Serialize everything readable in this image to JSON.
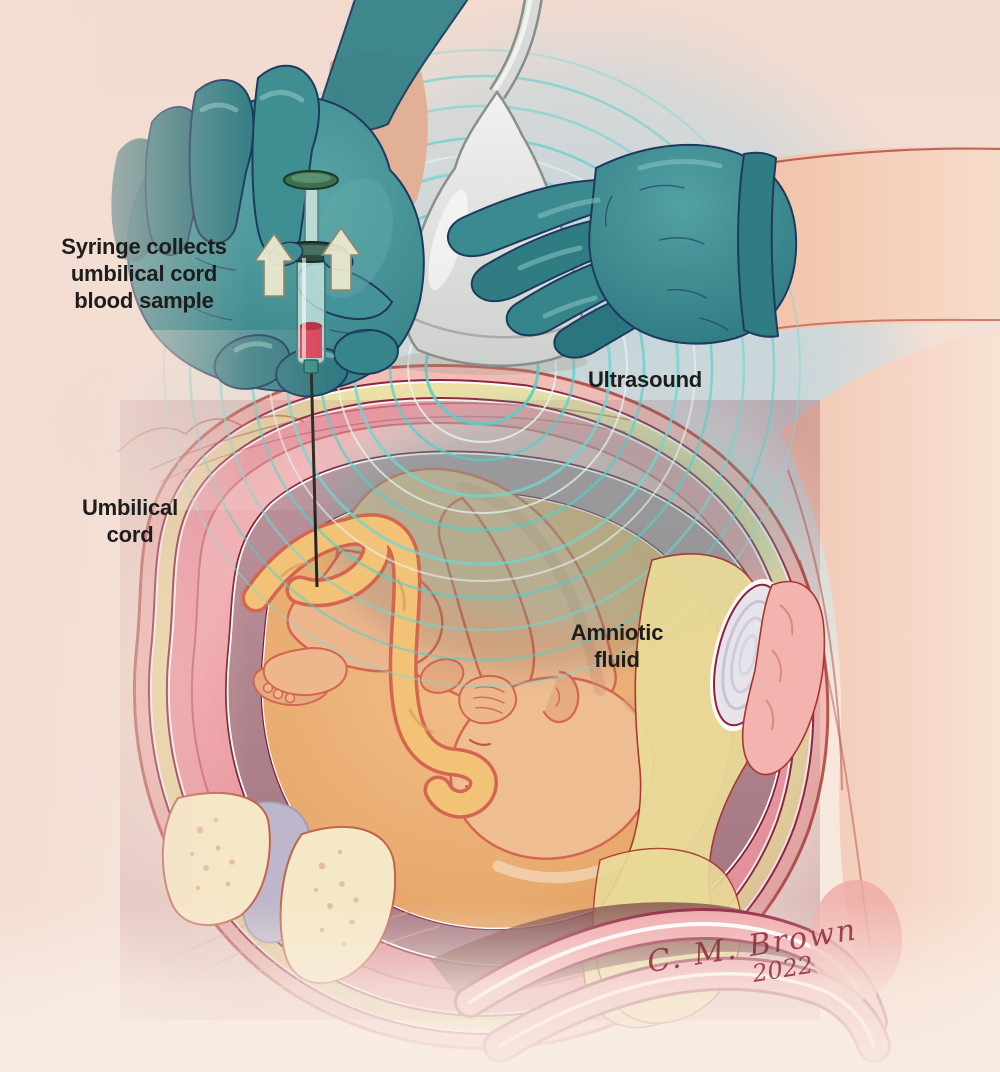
{
  "illustration": {
    "type": "medical-illustration",
    "labels": {
      "syringe_lines": [
        "Syringe collects",
        "umbilical cord",
        "blood sample"
      ],
      "ultrasound": "Ultrasound",
      "umbilical_cord_lines": [
        "Umbilical",
        "cord"
      ],
      "amniotic_fluid_lines": [
        "Amniotic",
        "fluid"
      ]
    },
    "signature": {
      "name": "C. M. Brown",
      "year": "2022"
    },
    "colors": {
      "background": "#f3dcd1",
      "ultrasound_glow_blue": "#c2d5dc",
      "glove_teal": "#35858a",
      "glove_outline_navy": "#1e3a5f",
      "transducer_gray": "#e9e9e7",
      "skin_peach": "#f2cab6",
      "uterus_wall_pink": "#f0a3a8",
      "uterine_lining_mauve": "#b28791",
      "amniotic_fluid_orange": "#e9ab72",
      "fetus_skin": "#edb68c",
      "fetal_outline_red": "#d4654f",
      "umbilical_cord_yellow": "#f2c377",
      "blood_red": "#d8465a",
      "ultrasound_wave_teal": "#54cfc8",
      "fat_yellow": "#ece0a6",
      "bone_cream": "#f5e8c6",
      "disc_lavender": "#beb6ca",
      "deep_maroon_line": "#8e2240",
      "label_text": "#1d1d1b",
      "signature_red": "#8e2b3b"
    }
  }
}
